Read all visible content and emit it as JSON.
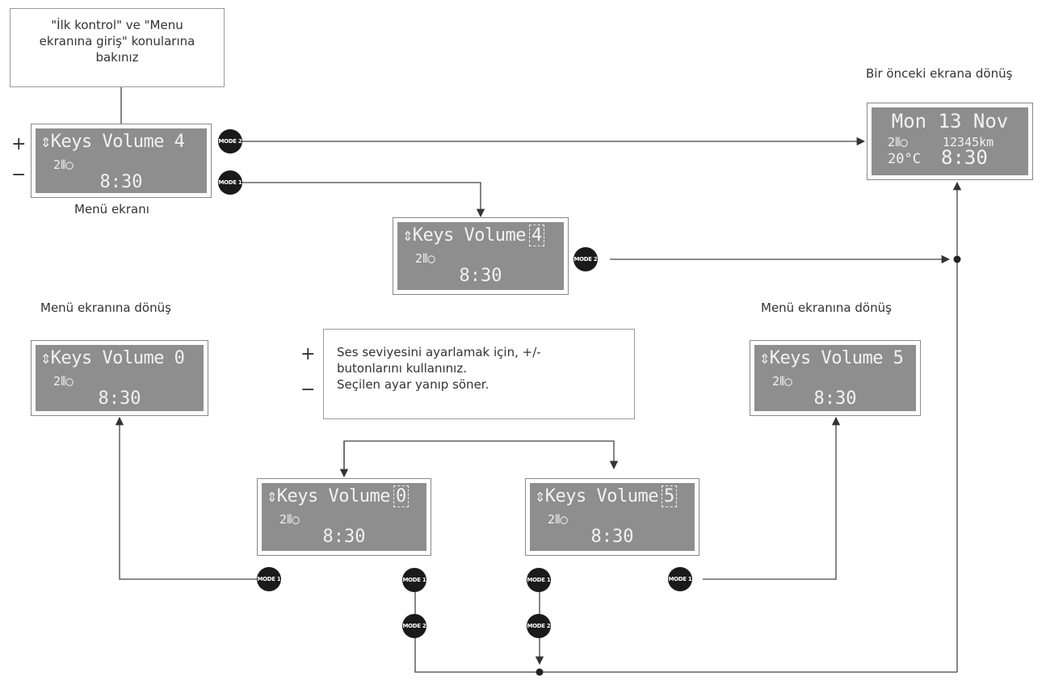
{
  "notes": {
    "top": [
      "\"İlk kontrol\" ve \"Menu",
      "ekranına giriş\" konularına",
      "bakınız"
    ],
    "mid": [
      "Ses seviyesini ayarlamak için, +/-",
      "butonlarını kullanınız.",
      "Seçilen ayar yanıp söner."
    ]
  },
  "labels": {
    "menu_screen": "Menü ekranı",
    "back_prev": "Bir önceki ekrana dönüş",
    "back_menu_left": "Menü ekranına dönüş",
    "back_menu_right": "Menü ekranına dönüş",
    "plus": "+",
    "minus": "−"
  },
  "screens": {
    "menu": {
      "line1": "⇕Keys Volume 4",
      "line2": "2⦀◯",
      "time": "8:30"
    },
    "selected4": {
      "text": "⇕Keys Volume",
      "value": "4",
      "line2": "2⦀◯",
      "time": "8:30"
    },
    "ret0": {
      "line1": "⇕Keys Volume 0",
      "line2": "2⦀◯",
      "time": "8:30"
    },
    "ret5": {
      "line1": "⇕Keys Volume 5",
      "line2": "2⦀◯",
      "time": "8:30"
    },
    "set0": {
      "text": "⇕Keys Volume",
      "value": "0",
      "line2": "2⦀◯",
      "time": "8:30"
    },
    "set5": {
      "text": "⇕Keys Volume",
      "value": "5",
      "line2": "2⦀◯",
      "time": "8:30"
    },
    "prev": {
      "date": "Mon 13 Nov",
      "sub": "2⦀◯",
      "km": "12345km",
      "temp": "20°C",
      "time": "8:30"
    }
  },
  "buttons": {
    "mode1": "MODE 1",
    "mode2": "MODE 2"
  }
}
